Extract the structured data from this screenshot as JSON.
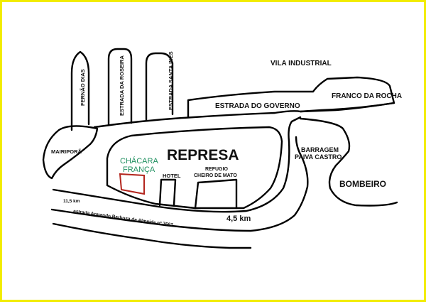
{
  "map": {
    "border_color": "#f2ec00",
    "accent_green": "#1f8f5f",
    "marker_red": "#b3261e",
    "labels": {
      "vila_industrial": "VILA INDUSTRIAL",
      "franco_da_rocha": "FRANCO DA ROCHA",
      "estrada_do_governo": "ESTRADA DO GOVERNO",
      "fernao_dias": "FERNÃO DIAS",
      "estrada_da_roseira": "ESTRADA DA ROSEIRA",
      "estrada_santa_ines": "ESTRADA SANTA INES",
      "mairipora": "MAIRIPORÃ",
      "represa": "REPRESA",
      "chacara": "CHÁCARA",
      "franca": "FRANÇA",
      "hotel": "HOTEL",
      "refugio": "REFUGIO",
      "cheiro_de_mato": "CHEIRO DE MATO",
      "barragem": "BARRAGEM",
      "paiva_castro": "PAIVA CASTRO",
      "bombeiro": "BOMBEIRO",
      "km_11_5": "11,5 km",
      "km_4_5": "4,5 km",
      "estrada_armando": "estrada Armando Barbosa de Almeida nº 7667"
    }
  }
}
